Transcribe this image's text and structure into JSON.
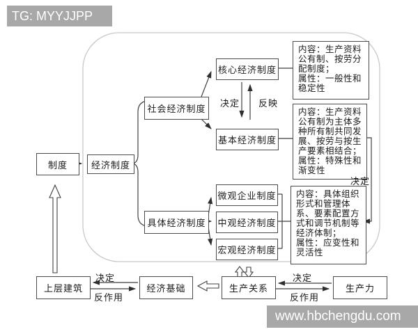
{
  "watermarks": {
    "top_left": "TG: MYYJJPP",
    "bottom_right": "www.hbchengdu.com"
  },
  "boxes": {
    "zhidu": "制度",
    "jingji_zhidu": "经济制度",
    "shehui": "社会经济制度",
    "juti": "具体经济制度",
    "hexin": "核心经济制度",
    "jiben": "基本经济制度",
    "weiguan": "微观企业制度",
    "zhongguan": "中观经济制度",
    "hongguan": "宏观经济制度",
    "shangceng": "上层建筑",
    "jingji_jichu": "经济基础",
    "shengchan_guanxi": "生产关系",
    "shengchanli": "生产力"
  },
  "descriptions": {
    "hexin_desc": "内容：生产资料\n公有制、按劳分\n配制度；\n属性：一般性和\n稳定性",
    "jiben_desc": "内容：生产资料\n公有制为主体多\n种所有制共同发\n展、按劳与按生\n产要素相结合；\n属性：特殊性和\n渐变性",
    "juti_desc": "内容：具体组织\n形式和管理体\n系、要素配置方\n式和调节机制等\n经济体制；\n属性：应变性和\n灵活性"
  },
  "labels": {
    "decide_core": "决定",
    "reflect": "反映",
    "decide_right": "决定",
    "decide_base": "决定",
    "counteract_base": "反作用",
    "decide_force": "决定",
    "counteract_force": "反作用"
  },
  "colors": {
    "line": "#3f3f3f",
    "frame": "#c8c8c8",
    "box_border": "#4a4a4a",
    "watermark_bg": "#a8a8a8",
    "watermark_text": "#ffffff",
    "text": "#1a1a1a"
  }
}
